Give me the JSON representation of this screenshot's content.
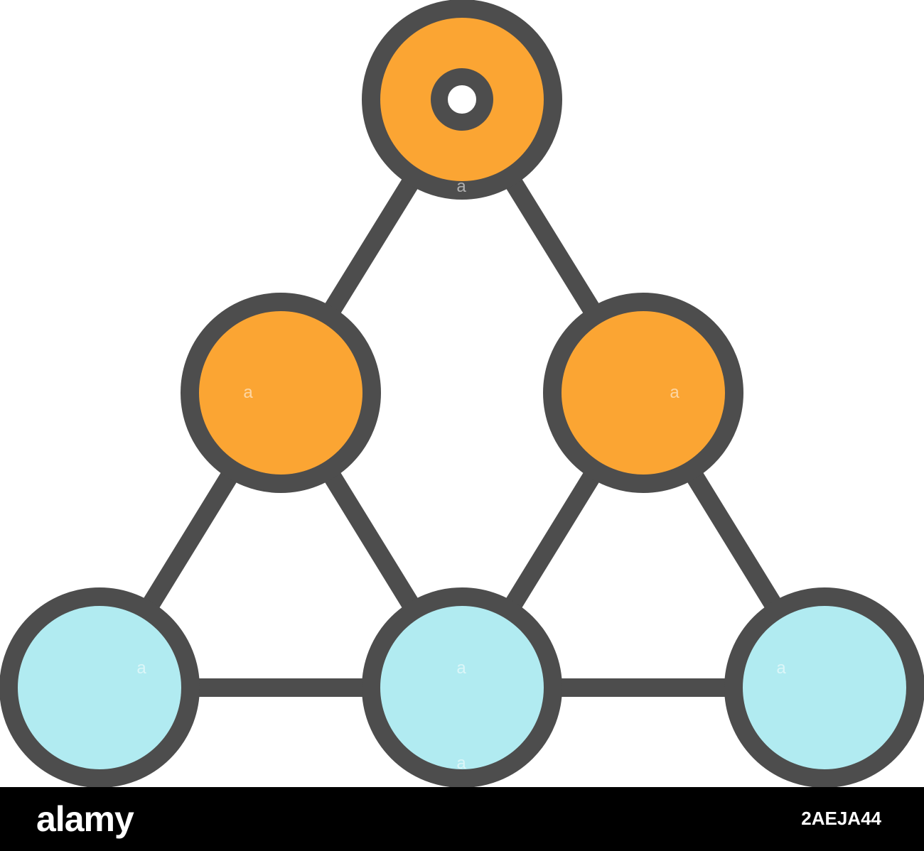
{
  "colors": {
    "stroke": "#4d4d4d",
    "orange": "#fba533",
    "cyan": "#b1ebf1",
    "inner_hole": "#ffffff",
    "footer_bg": "#000000",
    "footer_text": "#ffffff"
  },
  "diagram": {
    "nodes": [
      {
        "id": "top",
        "level": 0,
        "color": "orange",
        "has_inner_ring": true
      },
      {
        "id": "middle-left",
        "level": 1,
        "color": "orange"
      },
      {
        "id": "middle-right",
        "level": 1,
        "color": "orange"
      },
      {
        "id": "bottom-left",
        "level": 2,
        "color": "cyan"
      },
      {
        "id": "bottom-center",
        "level": 2,
        "color": "cyan"
      },
      {
        "id": "bottom-right",
        "level": 2,
        "color": "cyan"
      }
    ],
    "edges": [
      [
        "top",
        "middle-left"
      ],
      [
        "top",
        "middle-right"
      ],
      [
        "middle-left",
        "bottom-left"
      ],
      [
        "middle-left",
        "bottom-center"
      ],
      [
        "middle-right",
        "bottom-center"
      ],
      [
        "middle-right",
        "bottom-right"
      ],
      [
        "bottom-left",
        "bottom-center"
      ],
      [
        "bottom-center",
        "bottom-right"
      ]
    ]
  },
  "watermark": {
    "text": "a"
  },
  "footer": {
    "logo": "alamy",
    "image_id": "2AEJA44"
  }
}
